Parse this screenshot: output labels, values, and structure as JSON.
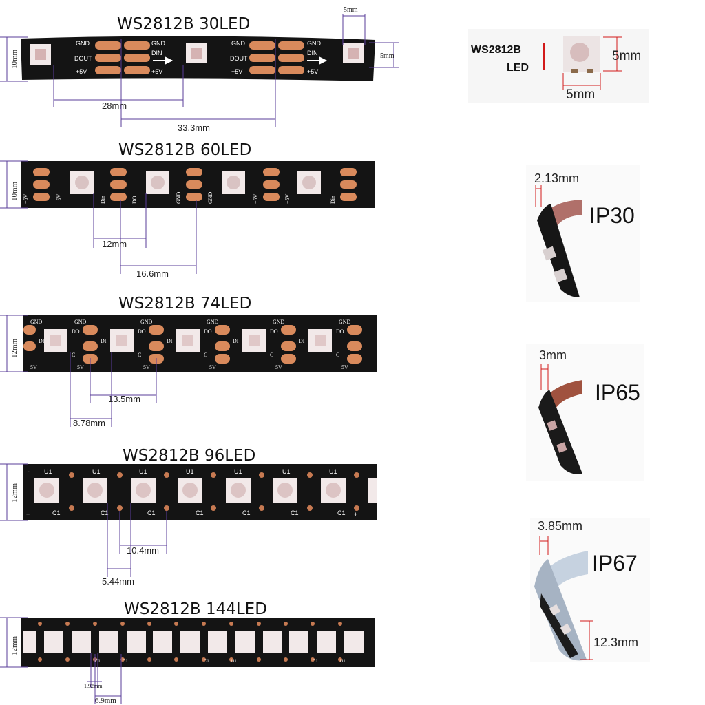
{
  "strips": [
    {
      "title": "WS2812B 30LED",
      "width_label": "10mm",
      "dims": [
        "28mm",
        "33.3mm",
        "5mm",
        "5mm"
      ],
      "pad_labels": [
        "GND",
        "DOUT",
        "+5V",
        "GND",
        "DIN",
        "+5V"
      ]
    },
    {
      "title": "WS2812B 60LED",
      "width_label": "10mm",
      "dims": [
        "12mm",
        "16.6mm"
      ],
      "pad_labels": [
        "+5V",
        "Din",
        "GND",
        "+5V",
        "DO",
        "GND"
      ]
    },
    {
      "title": "WS2812B 74LED",
      "width_label": "12mm",
      "dims": [
        "13.5mm",
        "8.78mm"
      ],
      "pad_labels": [
        "GND",
        "DI",
        "DO",
        "C",
        "5V"
      ]
    },
    {
      "title": "WS2812B 96LED",
      "width_label": "12mm",
      "dims": [
        "10.4mm",
        "5.44mm"
      ],
      "pad_labels": [
        "U1",
        "C1",
        "+",
        "-"
      ]
    },
    {
      "title": "WS2812B 144LED",
      "width_label": "12mm",
      "dims": [
        "1.92mm",
        "6.9mm"
      ],
      "pad_labels": [
        "C1",
        "U1"
      ]
    }
  ],
  "led_chip": {
    "name_line1": "WS2812B",
    "name_line2": "LED",
    "size_v": "5mm",
    "size_h": "5mm"
  },
  "ip_ratings": [
    {
      "label": "IP30",
      "thickness": "2.13mm"
    },
    {
      "label": "IP65",
      "thickness": "3mm"
    },
    {
      "label": "IP67",
      "thickness": "3.85mm",
      "width": "12.3mm"
    }
  ],
  "colors": {
    "pcb": "#141414",
    "pad": "#d98a5c",
    "led": "#f2e9e9",
    "dimension_line": "#5a3c9a",
    "marker_red": "#d21a1a"
  }
}
